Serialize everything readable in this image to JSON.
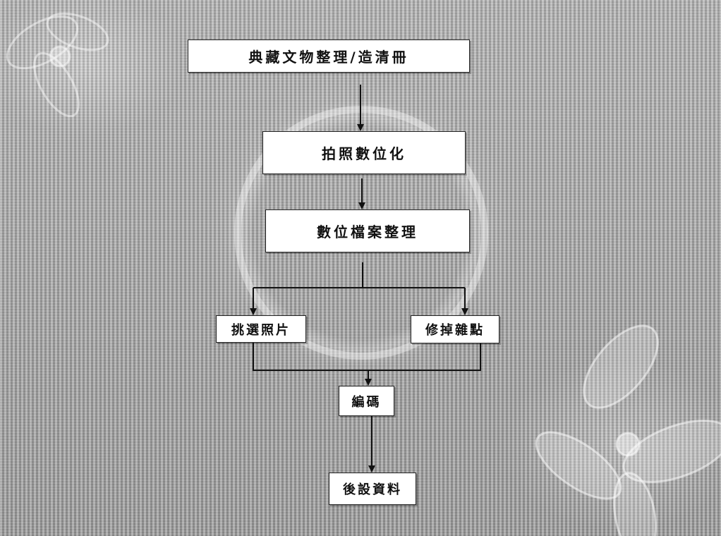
{
  "diagram": {
    "nodes": [
      {
        "id": "n1",
        "label": "典藏文物整理/造清冊"
      },
      {
        "id": "n2",
        "label": "拍照數位化"
      },
      {
        "id": "n3",
        "label": "數位檔案整理"
      },
      {
        "id": "n4",
        "label": "挑選照片"
      },
      {
        "id": "n5",
        "label": "修掉雜點"
      },
      {
        "id": "n6",
        "label": "編碼"
      },
      {
        "id": "n7",
        "label": "後設資料"
      }
    ],
    "edges": [
      {
        "from": "n1",
        "to": "n2"
      },
      {
        "from": "n2",
        "to": "n3"
      },
      {
        "from": "n3",
        "to": "n4"
      },
      {
        "from": "n3",
        "to": "n5"
      },
      {
        "from": "n4",
        "to": "n6"
      },
      {
        "from": "n5",
        "to": "n6"
      },
      {
        "from": "n6",
        "to": "n7"
      }
    ]
  },
  "colors": {
    "box_fill": "#ffffff",
    "box_border": "#222222",
    "line": "#111111",
    "text": "#111111"
  }
}
